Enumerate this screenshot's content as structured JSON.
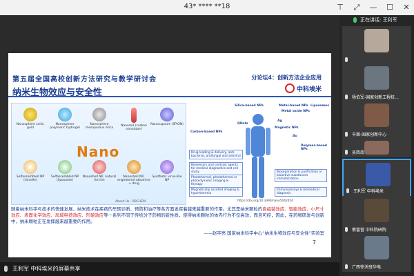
{
  "window": {
    "title": "43* **** **18"
  },
  "slide": {
    "conference_title": "第五届全国高校创新方法研究与教学研讨会",
    "forum": "分论坛4：创新方法企业应用",
    "subtitle": "纳米生物效应与安全性",
    "logo_text": "中科埃米",
    "nano_word": "Nano",
    "nano_items": [
      "Nanosphere solid, gold",
      "Nanosphere polymeric hydrogel",
      "Nanosphere mesoporous silica",
      "Nanorod (carbon nanotube)",
      "Nanocapsule (SPION)",
      "Selfassembled NP (micelle)",
      "Selfassembled NP (liposome)",
      "Nanoshell NP, natural ferritin",
      "Nanoshell NP, engineered albumine + drug",
      "Synthetic virus-like NP"
    ],
    "nano_footnote": "About Us · RBCHEM",
    "bio_labels": [
      "Silica-based NPs",
      "Metal-based NPs",
      "Liposomes",
      "Metal oxide NPs",
      "QDots",
      "Magnetic NPs",
      "Carbon-based NPs",
      "Ag",
      "Au",
      "Polymer-based NPs"
    ],
    "bio_boxes": [
      "Drug loading & delivery, anti-bacterial, antifungal and antiviral",
      "Biosensors and contrast agents for medical diagnostics and cell study",
      "Photothermal, photothermal or photodynamic imaging & therapy",
      "Magnetically assisted imaging & hyperthermia",
      "Bioseparation & purification or bioactive substances immobilization",
      "Immunoassays & biomedical diagnosis"
    ],
    "doi": "https://doi.org/10.3390/nano5042054",
    "quote_before": "随着纳米科学与技术的快速发展，纳米技术在疾病的早期诊断、预防和治疗等各方面发挥着越来越重要的作用。尤其是纳米颗粒的",
    "quote_highlight": "自组装效应、智能效应、小尺寸效应、表面化学效应、局域电荷效应、形貌效应",
    "quote_after": "等一系列不同于传统分子药物的新性质，使得纳米颗粒的体内行为不仅高效，而且可控，因此，在药物研发与创新中，纳米颗粒正在发挥越来越重要的作用。",
    "signature": "——赵宇亮 国家纳米科学中心“纳米生物效应与安全性”实验室",
    "page_number": "7"
  },
  "sidebar": {
    "speaking_label": "正在讲话: 王利军",
    "participants": [
      {
        "name": "",
        "active": false,
        "avatar_color": "#b6a89a"
      },
      {
        "name": "杨伯军-国家创新工程技...",
        "active": false,
        "avatar_color": "#6b7680"
      },
      {
        "name": "辛茜-国家创新中心",
        "active": false,
        "avatar_color": "#7f5a46"
      },
      {
        "name": "吴辉南",
        "active": false,
        "avatar_color": "#8a6a5c"
      },
      {
        "name": "王利军 中科埃米",
        "active": true,
        "avatar_color": "#3a5aa8"
      },
      {
        "name": "蔡富营 中科院研院",
        "active": false,
        "avatar_color": "#5a4a3a"
      },
      {
        "name": "广西徐沃班华电",
        "active": false,
        "avatar_color": "#6a7a8a"
      }
    ]
  },
  "bottombar": {
    "label": "王利军 中科埃米的屏幕共享"
  }
}
